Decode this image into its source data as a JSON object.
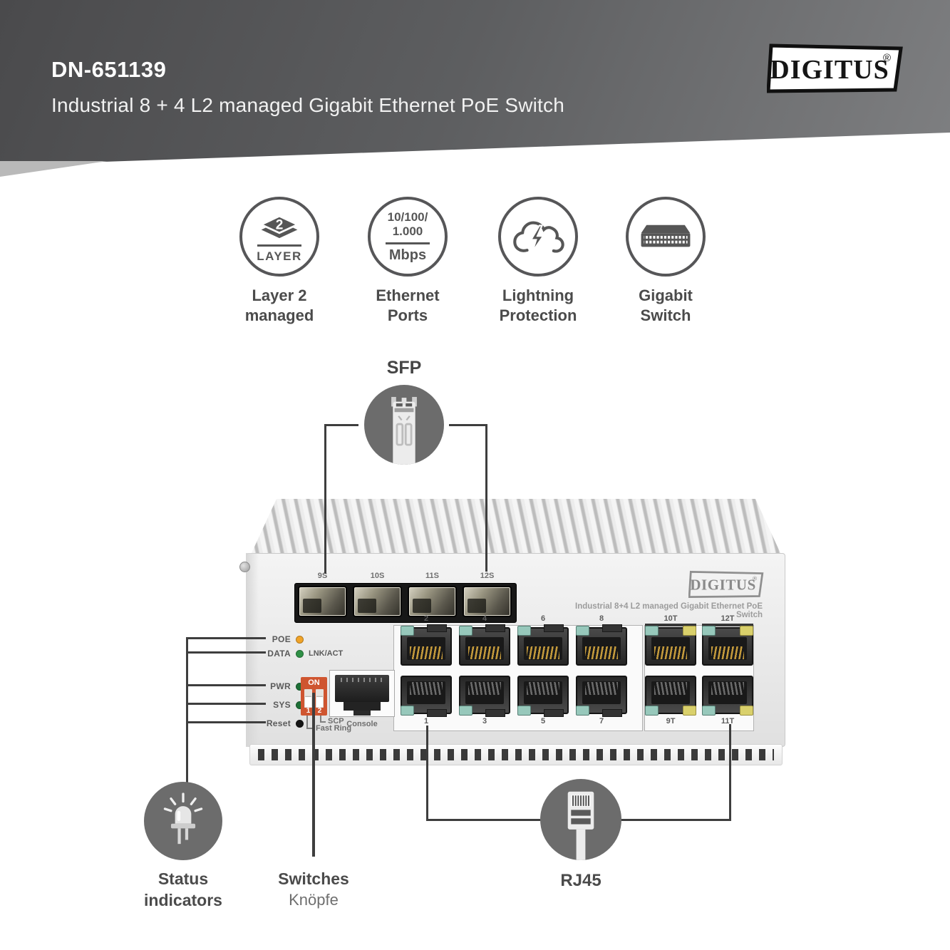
{
  "colors": {
    "header_gradient_start": "#4a4a4c",
    "header_gradient_end": "#7e7f81",
    "icon_gray": "#565656",
    "callout_circle_gray": "#6c6c6c",
    "callout_line": "#3e3e3e",
    "dip_orange": "#cf5530",
    "poe_led": "#f0a328",
    "data_led": "#2f9046",
    "pwr_led": "#1e6f36",
    "sys_led": "#1e6f36",
    "reset_button": "#151515",
    "clip_teal": "#97c8bb",
    "clip_yellow": "#d9d06b"
  },
  "header": {
    "model": "DN-651139",
    "subtitle": "Industrial 8 + 4 L2 managed Gigabit Ethernet PoE Switch"
  },
  "brand": {
    "name": "DIGITUS",
    "registered": "®"
  },
  "features": [
    {
      "icon": "layer-stack-icon",
      "badge_number": "2",
      "badge_label": "LAYER",
      "caption_line1": "Layer 2",
      "caption_line2": "managed"
    },
    {
      "icon": "speed-text-icon",
      "speed_line1": "10/100/",
      "speed_line2": "1.000",
      "unit": "Mbps",
      "caption_line1": "Ethernet",
      "caption_line2": "Ports"
    },
    {
      "icon": "cloud-lightning-icon",
      "caption_line1": "Lightning",
      "caption_line2": "Protection"
    },
    {
      "icon": "rack-switch-icon",
      "caption_line1": "Gigabit",
      "caption_line2": "Switch"
    }
  ],
  "callouts": {
    "sfp": {
      "label": "SFP"
    },
    "status": {
      "caption_line1": "Status",
      "caption_line2": "indicators"
    },
    "switches": {
      "caption_line1": "Switches",
      "caption_line2": "Knöpfe"
    },
    "rj45": {
      "label": "RJ45"
    }
  },
  "device": {
    "brand": "DIGITUS",
    "brand_registered": "®",
    "panel_subtitle": "Industrial 8+4 L2 managed Gigabit Ethernet PoE Switch",
    "sfp_port_labels": [
      "9S",
      "10S",
      "11S",
      "12S"
    ],
    "status_leds": [
      {
        "label": "POE",
        "dot_style": "background:#f0a328"
      },
      {
        "label": "DATA",
        "dot_style": "background:#2f9046",
        "suffix": "LNK/ACT"
      },
      {
        "label": "PWR",
        "dot_style": "background:#1e6f36"
      },
      {
        "label": "SYS",
        "dot_style": "background:#1e6f36"
      },
      {
        "label": "Reset",
        "dot_style": "background:#151515"
      }
    ],
    "dip_switch": {
      "on_label": "ON",
      "switch1": "1",
      "switch2": "2",
      "scp_label": "SCP",
      "fast_ring_label": "Fast Ring"
    },
    "console_label": "Console",
    "port_labels_top": [
      "2",
      "4",
      "6",
      "8"
    ],
    "port_labels_bottom": [
      "1",
      "3",
      "5",
      "7"
    ],
    "uplink_labels_top": [
      "10T",
      "12T"
    ],
    "uplink_labels_bottom": [
      "9T",
      "11T"
    ]
  }
}
